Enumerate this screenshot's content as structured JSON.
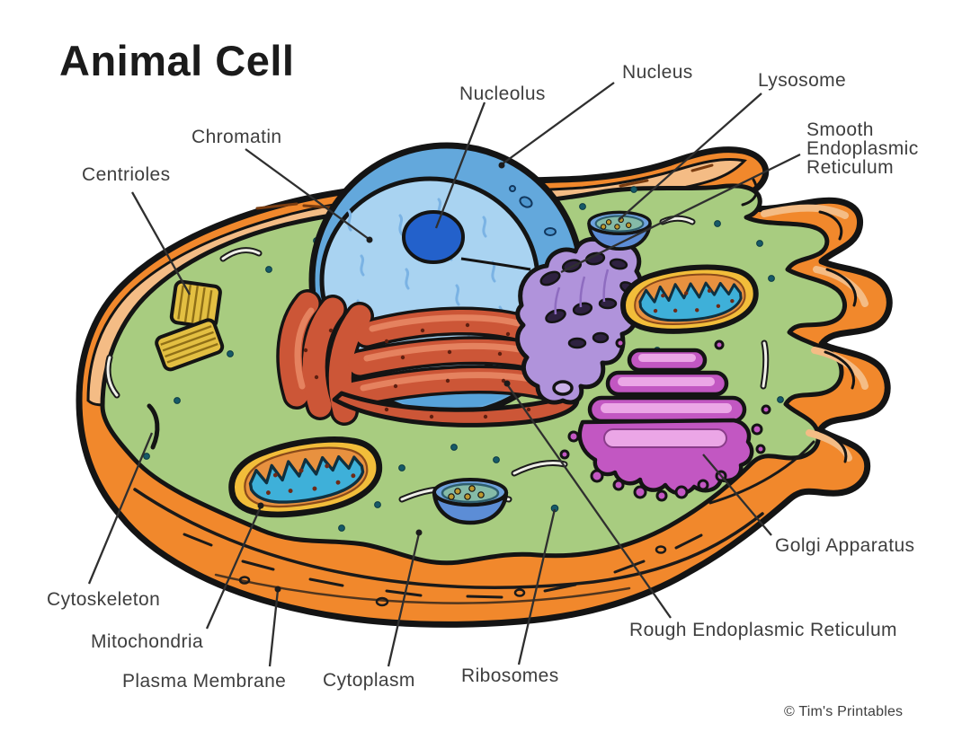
{
  "title": "Animal Cell",
  "credit": "© Tim's Printables",
  "labels": {
    "nucleolus": "Nucleolus",
    "nucleus": "Nucleus",
    "lysosome": "Lysosome",
    "smooth_er": "Smooth Endoplasmic Reticulum",
    "chromatin": "Chromatin",
    "centrioles": "Centrioles",
    "cytoskeleton": "Cytoskeleton",
    "mitochondria": "Mitochondria",
    "plasma_membrane": "Plasma Membrane",
    "cytoplasm": "Cytoplasm",
    "ribosomes": "Ribosomes",
    "rough_er": "Rough Endoplasmic Reticulum",
    "golgi_apparatus": "Golgi Apparatus"
  },
  "colors": {
    "membrane_orange": "#F1882C",
    "membrane_peach": "#F4BC85",
    "cytoplasm_green": "#A8CC80",
    "nucleus_blue": "#63A8DC",
    "nucleoplasm_light_blue": "#A9D3F1",
    "nucleolus_blue": "#2361CB",
    "rough_er_red": "#CC5637",
    "smooth_er_purple": "#B093DB",
    "golgi_magenta": "#C257C2",
    "mitochondria_yellow": "#F2BD3A",
    "cristae_blue": "#3EB0D9",
    "lysosome_blue": "#5C8DD6",
    "lysosome_teal": "#85BBA8",
    "centriole_yellow": "#E3BF42",
    "outline_black": "#141414",
    "label_gray": "#3E3E3E"
  }
}
